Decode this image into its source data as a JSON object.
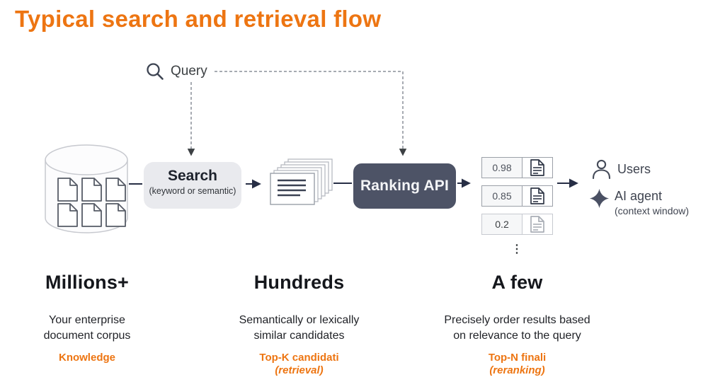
{
  "title": "Typical search and retrieval flow",
  "colors": {
    "accent_orange": "#ED7512",
    "connector_dark": "#272E45",
    "dashed_gray": "#8A8F98",
    "ranking_box_bg": "#4D5366",
    "search_box_bg": "#E9EAEE"
  },
  "query": {
    "label": "Query"
  },
  "nodes": {
    "search": {
      "title": "Search",
      "subtitle": "(keyword or semantic)"
    },
    "ranking": {
      "title": "Ranking API"
    }
  },
  "results": {
    "scores": [
      "0.98",
      "0.85",
      "0.2"
    ],
    "more_indicator": "⋮"
  },
  "outputs": {
    "users_label": "Users",
    "ai_agent_label": "AI agent",
    "ai_agent_note": "(context window)"
  },
  "stages": [
    {
      "heading": "Millions+",
      "description": "Your enterprise\ndocument corpus",
      "tag": "Knowledge",
      "tag_note": ""
    },
    {
      "heading": "Hundreds",
      "description": "Semantically or lexically\nsimilar candidates",
      "tag": "Top-K candidati",
      "tag_note": "(retrieval)"
    },
    {
      "heading": "A few",
      "description": "Precisely order results based\non relevance to the query",
      "tag": "Top-N finali",
      "tag_note": "(reranking)"
    }
  ],
  "icons": {
    "query": "magnifier-icon",
    "corpus": "database-cylinder-icon",
    "candidates": "document-stack-icon",
    "result_item": "document-icon",
    "users": "person-icon",
    "ai_agent": "four-point-star-icon",
    "more": "vertical-ellipsis-icon"
  }
}
